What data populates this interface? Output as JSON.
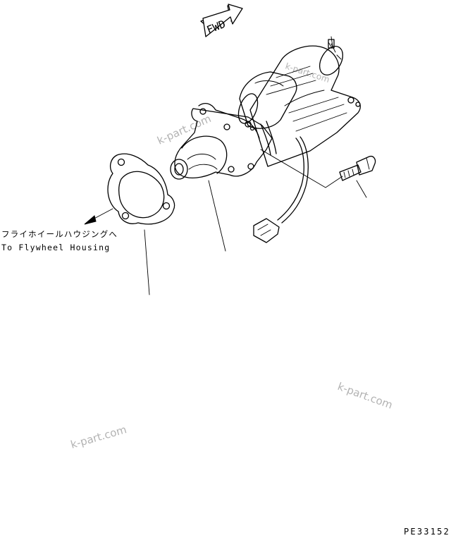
{
  "direction_marker": {
    "text": "FWD"
  },
  "callout": {
    "japanese": "フライホイールハウジングへ",
    "english": "To Flywheel Housing"
  },
  "drawing_code": "PE33152",
  "watermarks": [
    "k-part.com",
    "k-part.com",
    "k-part.com",
    "k-part.com"
  ]
}
